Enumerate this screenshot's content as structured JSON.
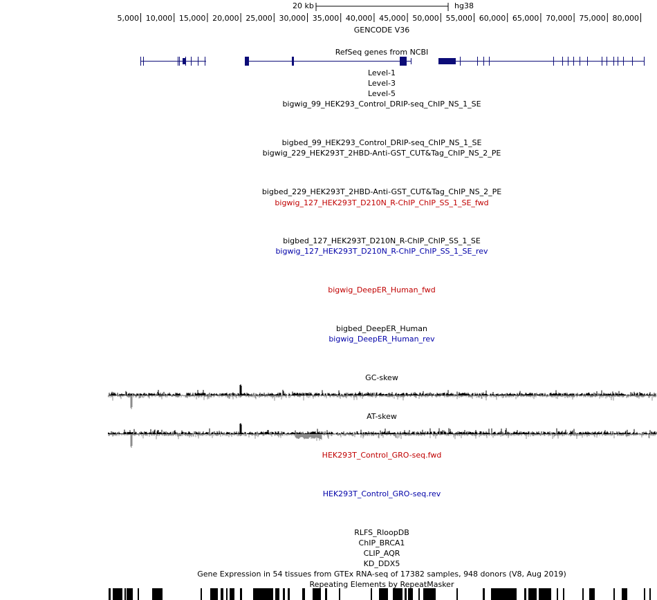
{
  "ruler": {
    "scale_label": "20 kb",
    "assembly": "hg38",
    "ticks": [
      "5,000",
      "10,000",
      "15,000",
      "20,000",
      "25,000",
      "30,000",
      "35,000",
      "40,000",
      "45,000",
      "50,000",
      "55,000",
      "60,000",
      "65,000",
      "70,000",
      "75,000",
      "80,000"
    ]
  },
  "tracks": {
    "gencode": "GENCODE V36",
    "refseq": "RefSeq genes from NCBI",
    "level1": "Level-1",
    "level3": "Level-3",
    "level5": "Level-5",
    "t1": "bigwig_99_HEK293_Control_DRIP-seq_ChIP_NS_1_SE",
    "t2": "bigbed_99_HEK293_Control_DRIP-seq_ChIP_NS_1_SE",
    "t3": "bigwig_229_HEK293T_2HBD-Anti-GST_CUT&Tag_ChIP_NS_2_PE",
    "t4": "bigbed_229_HEK293T_2HBD-Anti-GST_CUT&Tag_ChIP_NS_2_PE",
    "t5": "bigwig_127_HEK293T_D210N_R-ChIP_ChIP_SS_1_SE_fwd",
    "t6": "bigbed_127_HEK293T_D210N_R-ChIP_ChIP_SS_1_SE",
    "t7": "bigwig_127_HEK293T_D210N_R-ChIP_ChIP_SS_1_SE_rev",
    "t8": "bigwig_DeepER_Human_fwd",
    "t9": "bigbed_DeepER_Human",
    "t10": "bigwig_DeepER_Human_rev",
    "gc": "GC-skew",
    "at": "AT-skew",
    "gro_fwd": "HEK293T_Control_GRO-seq.fwd",
    "gro_rev": "HEK293T_Control_GRO-seq.rev",
    "rlfs": "RLFS_RloopDB",
    "brca1": "ChIP_BRCA1",
    "aqr": "CLIP_AQR",
    "ddx5": "KD_DDX5",
    "gtex": "Gene Expression in 54 tissues from GTEx RNA-seq of 17382 samples, 948 donors (V8, Aug 2019)",
    "rmsk": "Repeating Elements by RepeatMasker"
  },
  "colors": {
    "gene": "#0c0c78",
    "fwd": "#c00000",
    "rev": "#0000a8",
    "skew_pos": "#000000",
    "skew_neg": "#8c8c8c"
  }
}
